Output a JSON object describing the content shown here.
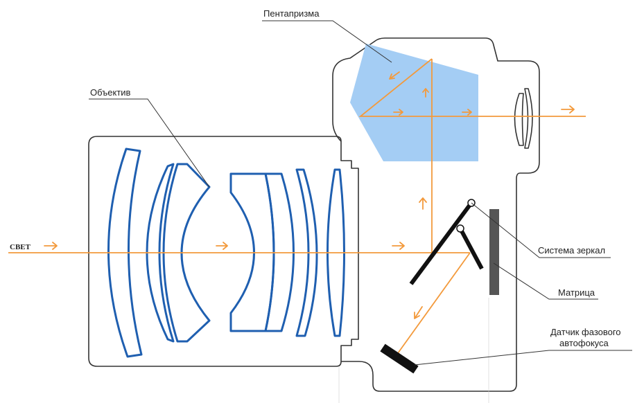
{
  "labels": {
    "pentaprism": "Пентапризма",
    "lens": "Объектив",
    "light": "СВЕТ",
    "mirror_system": "Система зеркал",
    "sensor": "Матрица",
    "af_sensor_line1": "Датчик фазового",
    "af_sensor_line2": "автофокуса"
  },
  "colors": {
    "light_ray": "#f39a3c",
    "lens_glass": "#1f5fb0",
    "prism_fill": "#a4cdf4",
    "body_outline": "#333333",
    "mirror": "#111111",
    "sensor": "#555555",
    "af_sensor": "#111111"
  }
}
